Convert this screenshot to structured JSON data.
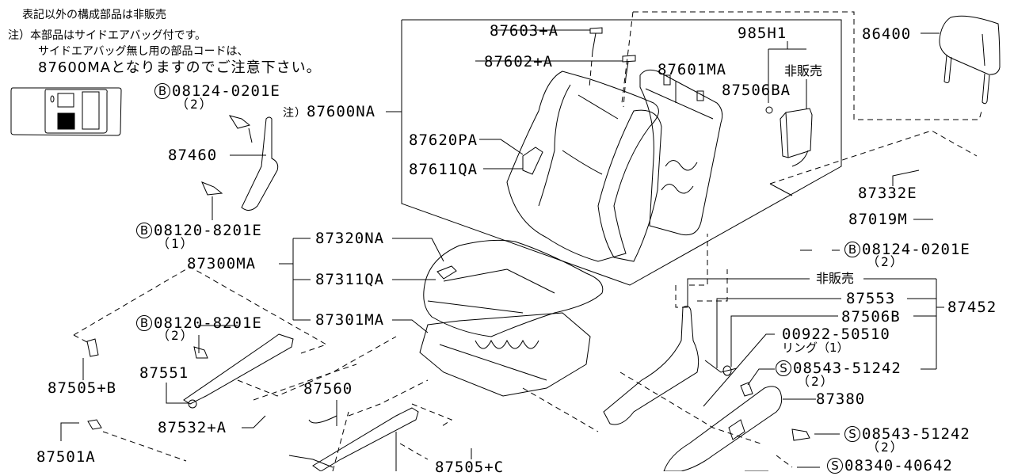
{
  "notes": {
    "line1": "表記以外の構成部品は非販売",
    "line2": "注）本部品はサイドエアバッグ付です。",
    "line3": "サイドエアバッグ無し用の部品コードは、",
    "line4": "87600MAとなりますのでご注意下さい。"
  },
  "symbols": {
    "bolt": "B",
    "screw": "S"
  },
  "not_sold": "非販売",
  "parts": {
    "p87603A": "87603+A",
    "p87602A": "87602+A",
    "p87600NA_prefix": "注）",
    "p87600NA": "87600NA",
    "p87620PA": "87620PA",
    "p87611QA": "87611QA",
    "p87601MA": "87601MA",
    "p985H1": "985H1",
    "p87506BA": "87506BA",
    "p86400": "86400",
    "p87332E": "87332E",
    "p87019M": "87019M",
    "b08124_top": "08124-0201E",
    "b08124_top_qty": "（2）",
    "p87460": "87460",
    "b08120_1": "08120-8201E",
    "b08120_1_qty": "（1）",
    "p87300MA": "87300MA",
    "p87320NA": "87320NA",
    "p87311QA": "87311QA",
    "p87301MA": "87301MA",
    "b08120_2": "08120-8201E",
    "b08120_2_qty": "（2）",
    "p87505B": "87505+B",
    "p87551": "87551",
    "p87560": "87560",
    "p87532A": "87532+A",
    "p87501A": "87501A",
    "p87505C": "87505+C",
    "b08124_right": "08124-0201E",
    "b08124_right_qty": "（2）",
    "p87553": "87553",
    "p87452": "87452",
    "p87506B": "87506B",
    "p00922": "00922-50510",
    "p00922_sub": "リング（1）",
    "s08543_a": "08543-51242",
    "s08543_a_qty": "（2）",
    "p87380": "87380",
    "s08543_b": "08543-51242",
    "s08543_b_qty": "（2）",
    "s08340": "08340-40642"
  }
}
